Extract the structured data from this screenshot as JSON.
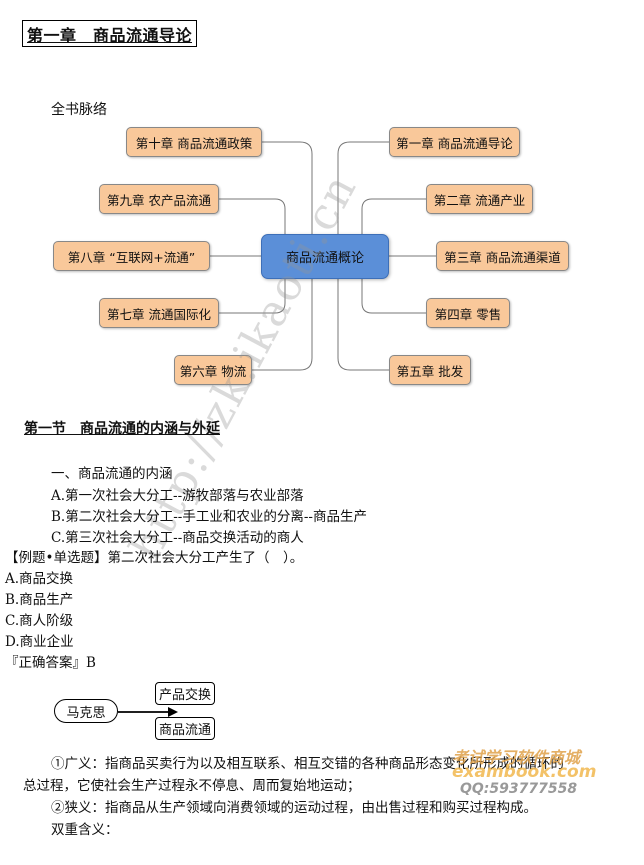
{
  "chapter_title": "第一章　商品流通导论",
  "mindmap": {
    "label": "全书脉络",
    "center": "商品流通概论",
    "left_nodes": [
      "第十章 商品流通政策",
      "第九章 农产品流通",
      "第八章 “互联网+流通”",
      "第七章 流通国际化",
      "第六章 物流"
    ],
    "right_nodes": [
      "第一章 商品流通导论",
      "第二章 流通产业",
      "第三章 商品流通渠道",
      "第四章 零售",
      "第五章 批发"
    ],
    "colors": {
      "node_fill": "#f9c89a",
      "center_fill": "#5b8fd8",
      "connector": "#777777"
    }
  },
  "section_title": "第一节　商品流通的内涵与外延",
  "content": {
    "heading": "一、商品流通的内涵",
    "items": [
      "A.第一次社会大分工--游牧部落与农业部落",
      "B.第二次社会大分工--手工业和农业的分离--商品生产",
      "C.第三次社会大分工--商品交换活动的商人"
    ],
    "question": "【例题•单选题】第二次社会大分工产生了（　）。",
    "options": [
      "A.商品交换",
      "B.商品生产",
      "C.商人阶级",
      "D.商业企业"
    ],
    "answer": "『正确答案』B"
  },
  "flow": {
    "source": "马克思",
    "targets": [
      "产品交换",
      "商品流通"
    ]
  },
  "definitions": {
    "broad_line1": "①广义：指商品买卖行为以及相互联系、相互交错的各种商品形态变化所形成的循环的",
    "broad_line2": "总过程，它使社会生产过程永不停息、周而复始地运动；",
    "narrow": "②狭义：指商品从生产领域向消费领域的运动过程，由出售过程和购买过程构成。",
    "dual": "双重含义："
  },
  "watermark": "http://zk.ikaoti.cn",
  "stamp": {
    "line1": "考试学习软件商城",
    "line2": "exambook.com",
    "line3": "QQ:593777558"
  }
}
